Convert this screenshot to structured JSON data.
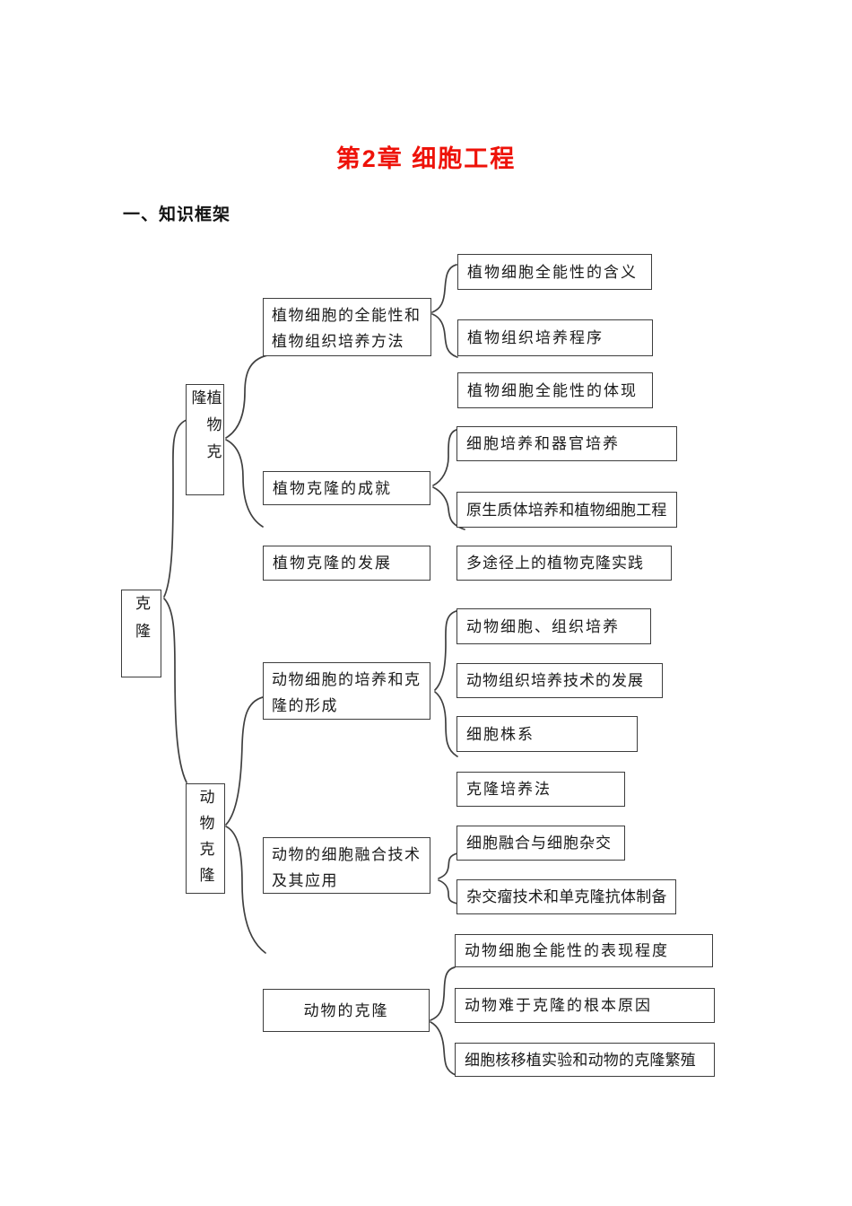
{
  "doc": {
    "title": "第2章 细胞工程",
    "section": "一、知识框架"
  },
  "colors": {
    "title_red": "#ee1209",
    "ink": "#1a1a1a",
    "box_border": "#3d3d3d",
    "connector": "#404040"
  },
  "diagram": {
    "root": "克隆",
    "branches": "克隆 → (植物克隆, 动物克隆); 植物克隆 → (植物细胞的全能性和植物组织培养方法, 植物克隆的成就); 动物克隆 → (动物细胞的培养和克隆的形成, 动物的克隆)"
  },
  "nodes": {
    "root": "克隆",
    "plant": "植物克隆",
    "animal": "动物克隆",
    "plant_method": "植物细胞的全能性和植物组织培养方法",
    "plant_meaning": "植物细胞全能性的含义",
    "plant_procedure": "植物组织培养程序",
    "plant_embody": "植物细胞全能性的体现",
    "plant_achievement": "植物克隆的成就",
    "cell_organ_culture": "细胞培养和器官培养",
    "protoplast": "原生质体培养和植物细胞工程",
    "plant_development": "植物克隆的发展",
    "multi_path": "多途径上的植物克隆实践",
    "animal_culture_formation": "动物细胞的培养和克隆的形成",
    "animal_cell_tissue": "动物细胞、组织培养",
    "animal_tissue_dev": "动物组织培养技术的发展",
    "cell_strain": "细胞株系",
    "clone_culture_method": "克隆培养法",
    "animal_fusion": "动物的细胞融合技术及其应用",
    "cell_fusion_hybrid": "细胞融合与细胞杂交",
    "hybridoma": "杂交瘤技术和单克隆抗体制备",
    "animal_clone": "动物的克隆",
    "totipotency_degree": "动物细胞全能性的表现程度",
    "hard_reason": "动物难于克隆的根本原因",
    "nuclear_transfer": "细胞核移植实验和动物的克隆繁殖"
  }
}
